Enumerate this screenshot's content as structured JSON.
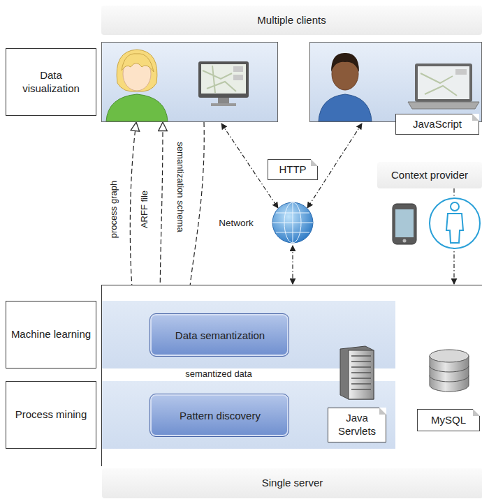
{
  "diagram": {
    "nodes": [
      {
        "text": [
          "Multiple clients"
        ]
      },
      {
        "text": [
          "Data visualization"
        ]
      },
      {
        "text": [
          "JavaScript"
        ]
      },
      {
        "text": [
          "HTTP"
        ]
      },
      {
        "text": [
          "Network"
        ]
      },
      {
        "text": [
          "Context provider"
        ]
      },
      {
        "text": [
          "Single server"
        ]
      },
      {
        "text": [
          "Machine learning"
        ],
        "in": 6
      },
      {
        "text": [
          "Data semantization"
        ],
        "in": 7
      },
      {
        "text": [
          "Process mining"
        ],
        "in": 6
      },
      {
        "text": [
          "Pattern discovery"
        ],
        "in": 9
      },
      {
        "text": [
          "Java Servlets"
        ],
        "in": 6
      },
      {
        "text": [
          "MySQL"
        ],
        "in": 6
      }
    ],
    "edges": [
      {
        "from": 1,
        "to": 8,
        "arrow": "to",
        "label": "semantization schema"
      },
      {
        "from": 8,
        "to": 1,
        "arrow": "to",
        "label": "ARFF file"
      },
      {
        "from": 10,
        "to": 1,
        "arrow": "to",
        "label": "process graph"
      },
      {
        "from": 8,
        "to": 10,
        "arrow": "to",
        "label": "semantized data"
      },
      {
        "from": 1,
        "to": 4,
        "arrow": "both"
      },
      {
        "from": 2,
        "to": 4,
        "arrow": "both"
      },
      {
        "from": 4,
        "to": 6,
        "arrow": "both"
      },
      {
        "from": 5,
        "to": 6,
        "arrow": "to"
      },
      {
        "from": 8,
        "to": 11,
        "arrow": "none"
      },
      {
        "from": 10,
        "to": 11,
        "arrow": "none"
      },
      {
        "from": 11,
        "to": 12,
        "arrow": "both"
      }
    ]
  }
}
